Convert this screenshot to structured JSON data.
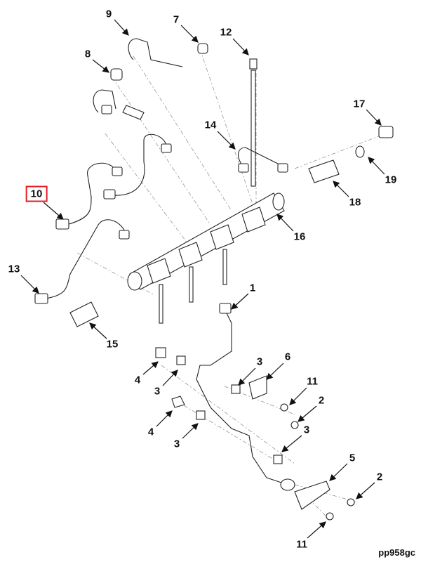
{
  "diagram": {
    "callouts": [
      "9",
      "7",
      "12",
      "8",
      "17",
      "14",
      "19",
      "10",
      "18",
      "16",
      "13",
      "1",
      "15",
      "3",
      "6",
      "4",
      "3",
      "11",
      "2",
      "4",
      "3",
      "3",
      "5",
      "2",
      "11"
    ],
    "highlighted_callout": "10",
    "highlight_color": "#e41e26",
    "figure_id": "pp958gc"
  }
}
